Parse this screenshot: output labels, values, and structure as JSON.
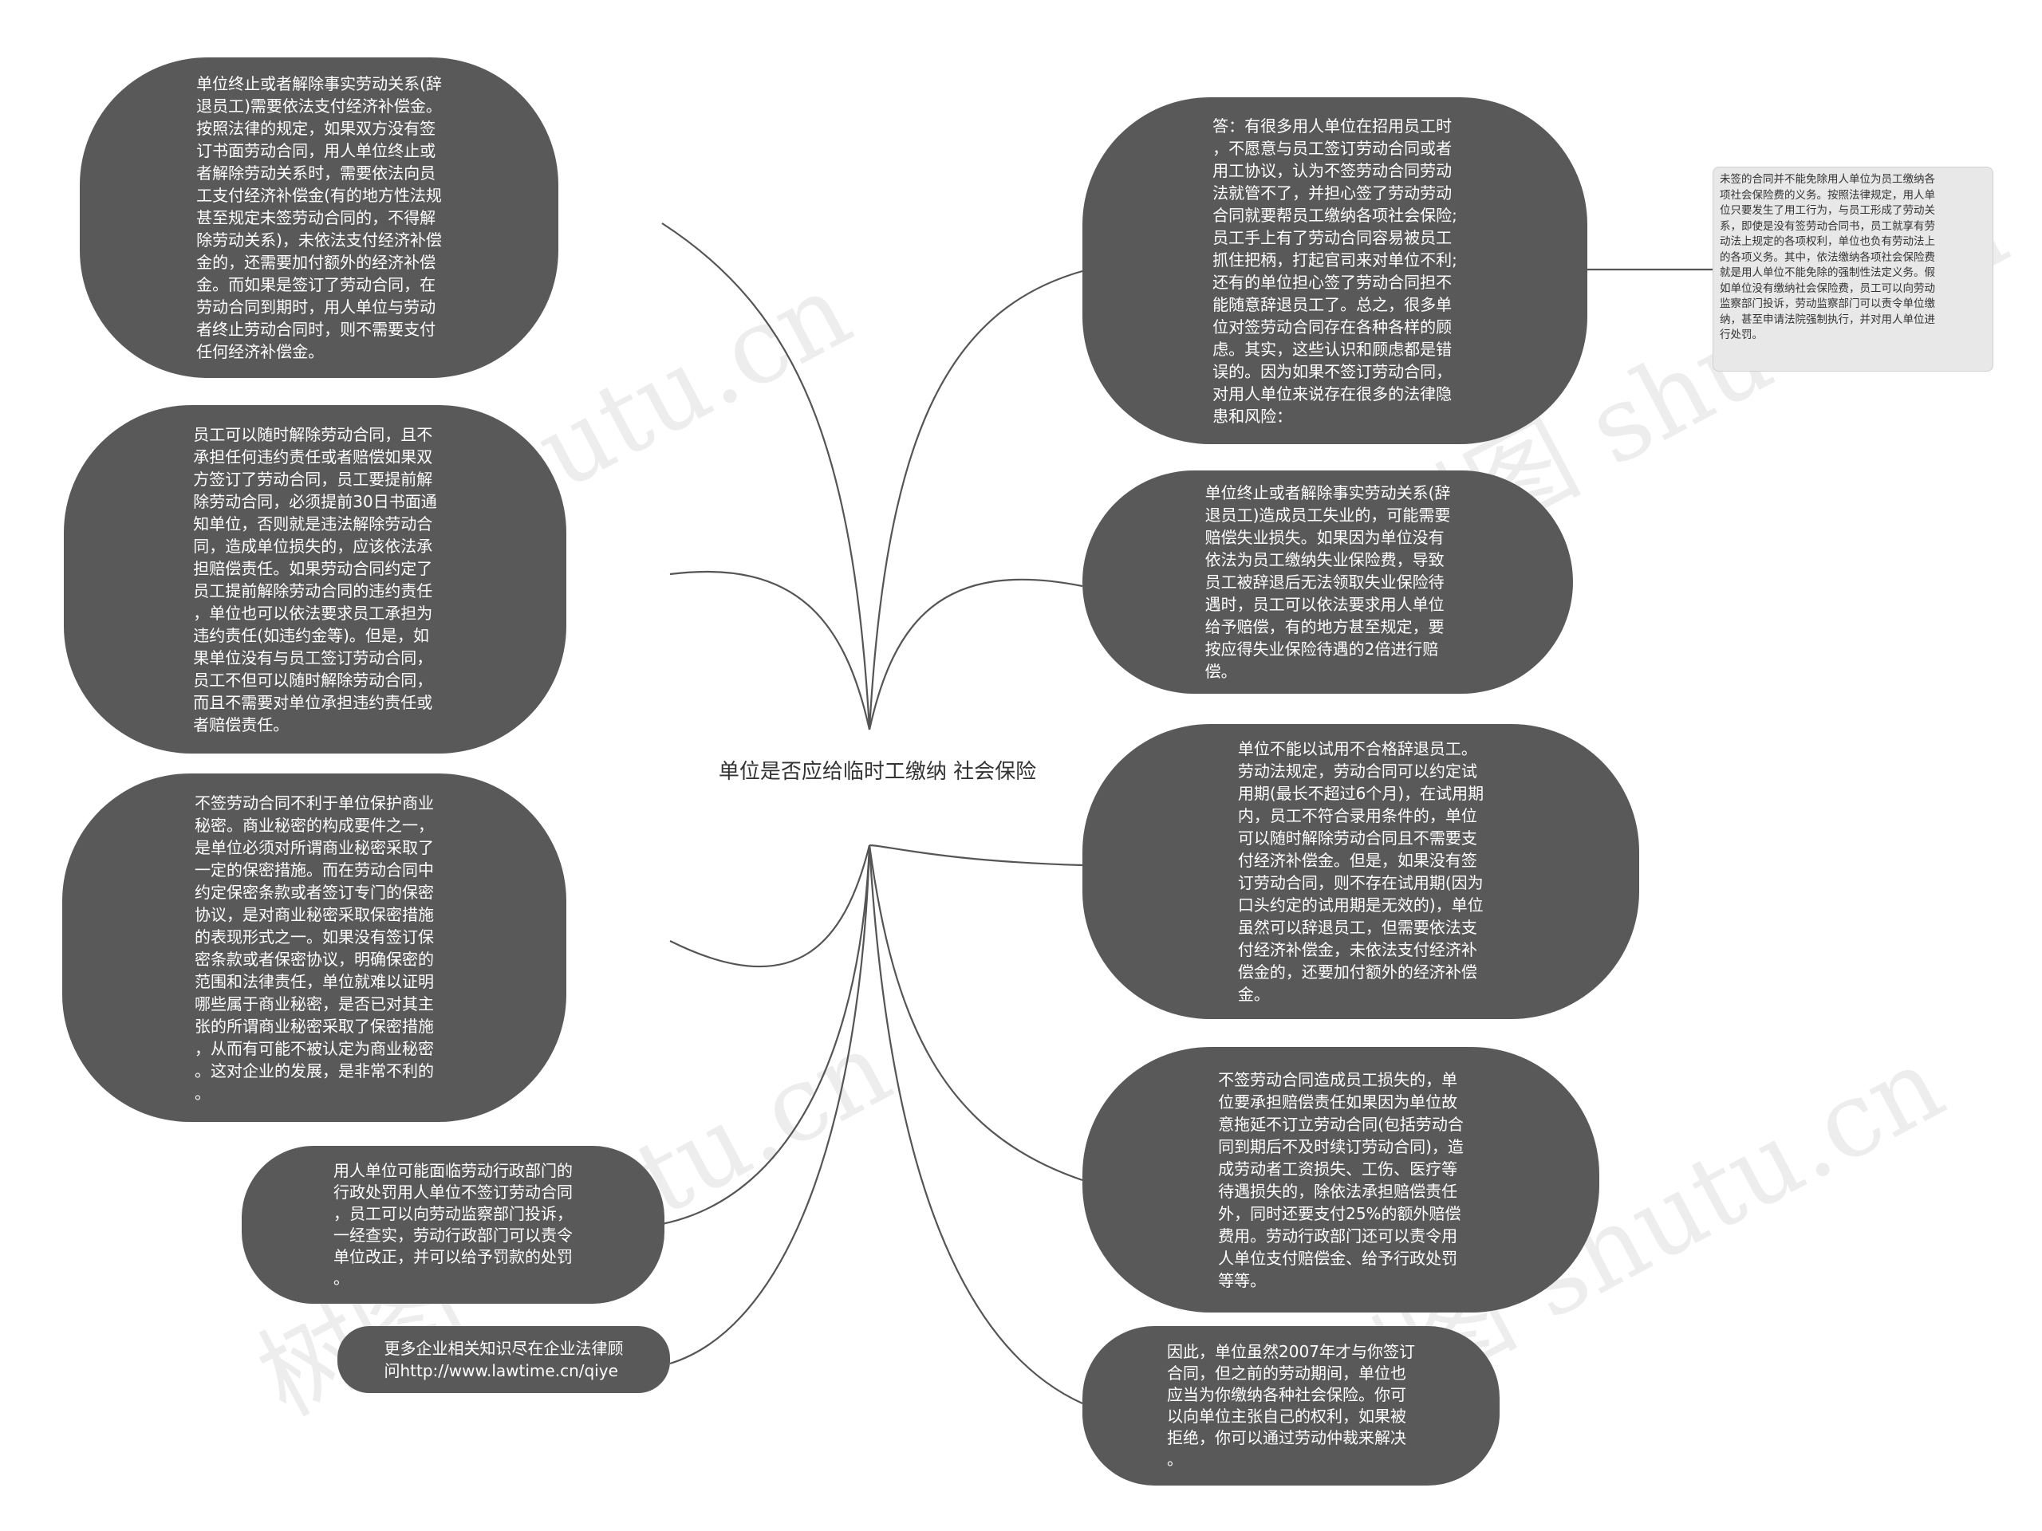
{
  "watermark": "树图 shutu.cn",
  "colors": {
    "node_fill": "#595959",
    "link": "#555555",
    "note_fill": "#e8e8e8"
  },
  "center": {
    "title": "单位是否应给临时工缴纳\n社会保险"
  },
  "left_nodes": [
    {
      "id": "l1",
      "text": "单位终止或者解除事实劳动关系(辞\n退员工)需要依法支付经济补偿金。\n按照法律的规定，如果双方没有签\n订书面劳动合同，用人单位终止或\n者解除劳动关系时，需要依法向员\n工支付经济补偿金(有的地方性法规\n甚至规定未签劳动合同的，不得解\n除劳动关系)，未依法支付经济补偿\n金的，还需要加付额外的经济补偿\n金。而如果是签订了劳动合同，在\n劳动合同到期时，用人单位与劳动\n者终止劳动合同时，则不需要支付\n任何经济补偿金。"
    },
    {
      "id": "l2",
      "text": "员工可以随时解除劳动合同，且不\n承担任何违约责任或者赔偿如果双\n方签订了劳动合同，员工要提前解\n除劳动合同，必须提前30日书面通\n知单位，否则就是违法解除劳动合\n同，造成单位损失的，应该依法承\n担赔偿责任。如果劳动合同约定了\n员工提前解除劳动合同的违约责任\n，单位也可以依法要求员工承担为\n违约责任(如违约金等)。但是，如\n果单位没有与员工签订劳动合同，\n员工不但可以随时解除劳动合同，\n而且不需要对单位承担违约责任或\n者赔偿责任。"
    },
    {
      "id": "l3",
      "text": "不签劳动合同不利于单位保护商业\n秘密。商业秘密的构成要件之一，\n是单位必须对所谓商业秘密采取了\n一定的保密措施。而在劳动合同中\n约定保密条款或者签订专门的保密\n协议，是对商业秘密采取保密措施\n的表现形式之一。如果没有签订保\n密条款或者保密协议，明确保密的\n范围和法律责任，单位就难以证明\n哪些属于商业秘密，是否已对其主\n张的所谓商业秘密采取了保密措施\n，从而有可能不被认定为商业秘密\n。这对企业的发展，是非常不利的\n。"
    },
    {
      "id": "l4",
      "text": "用人单位可能面临劳动行政部门的\n行政处罚用人单位不签订劳动合同\n，员工可以向劳动监察部门投诉，\n一经查实，劳动行政部门可以责令\n单位改正，并可以给予罚款的处罚\n。"
    },
    {
      "id": "l5",
      "text": "更多企业相关知识尽在企业法律顾\n问http://www.lawtime.cn/qiye"
    }
  ],
  "right_nodes": [
    {
      "id": "r1",
      "text": "答：有很多用人单位在招用员工时\n，不愿意与员工签订劳动合同或者\n用工协议，认为不签劳动合同劳动\n法就管不了，并担心签了劳动劳动\n合同就要帮员工缴纳各项社会保险;\n员工手上有了劳动合同容易被员工\n抓住把柄，打起官司来对单位不利;\n还有的单位担心签了劳动合同担不\n能随意辞退员工了。总之，很多单\n位对签劳动合同存在各种各样的顾\n虑。其实，这些认识和顾虑都是错\n误的。因为如果不签订劳动合同，\n对用人单位来说存在很多的法律隐\n患和风险："
    },
    {
      "id": "r2",
      "text": "单位终止或者解除事实劳动关系(辞\n退员工)造成员工失业的，可能需要\n赔偿失业损失。如果因为单位没有\n依法为员工缴纳失业保险费，导致\n员工被辞退后无法领取失业保险待\n遇时，员工可以依法要求用人单位\n给予赔偿，有的地方甚至规定，要\n按应得失业保险待遇的2倍进行赔\n偿。"
    },
    {
      "id": "r3",
      "text": "单位不能以试用不合格辞退员工。\n劳动法规定，劳动合同可以约定试\n用期(最长不超过6个月)，在试用期\n内，员工不符合录用条件的，单位\n可以随时解除劳动合同且不需要支\n付经济补偿金。但是，如果没有签\n订劳动合同，则不存在试用期(因为\n口头约定的试用期是无效的)，单位\n虽然可以辞退员工，但需要依法支\n付经济补偿金，未依法支付经济补\n偿金的，还要加付额外的经济补偿\n金。"
    },
    {
      "id": "r4",
      "text": "不签劳动合同造成员工损失的，单\n位要承担赔偿责任如果因为单位故\n意拖延不订立劳动合同(包括劳动合\n同到期后不及时续订劳动合同)，造\n成劳动者工资损失、工伤、医疗等\n待遇损失的，除依法承担赔偿责任\n外，同时还要支付25%的额外赔偿\n费用。劳动行政部门还可以责令用\n人单位支付赔偿金、给予行政处罚\n等等。"
    },
    {
      "id": "r5",
      "text": "因此，单位虽然2007年才与你签订\n合同，但之前的劳动期间，单位也\n应当为你缴纳各种社会保险。你可\n以向单位主张自己的权利，如果被\n拒绝，你可以通过劳动仲裁来解决\n。"
    }
  ],
  "note": {
    "text": "未签的合同并不能免除用人单位为员工缴纳各\n项社会保险费的义务。按照法律规定，用人单\n位只要发生了用工行为，与员工形成了劳动关\n系，即使是没有签劳动合同书，员工就享有劳\n动法上规定的各项权利，单位也负有劳动法上\n的各项义务。其中，依法缴纳各项社会保险费\n就是用人单位不能免除的强制性法定义务。假\n如单位没有缴纳社会保险费，员工可以向劳动\n监察部门投诉，劳动监察部门可以责令单位缴\n纳，甚至申请法院强制执行，并对用人单位进\n行处罚。"
  }
}
